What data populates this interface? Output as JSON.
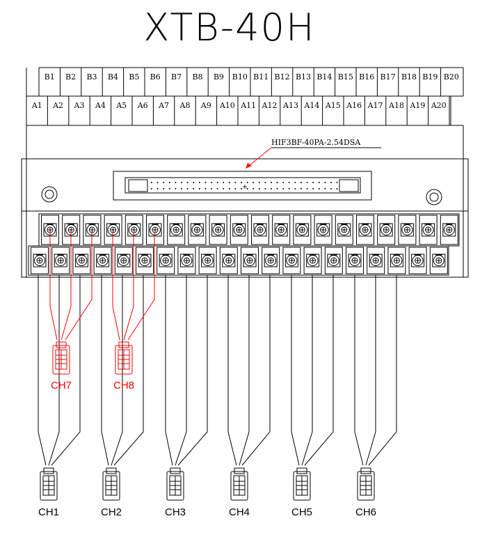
{
  "title": "XTB-40H",
  "connector": {
    "part_number": "HIF3BF-40PA-2.54DSA"
  },
  "pins_b": [
    "B1",
    "B2",
    "B3",
    "B4",
    "B5",
    "B6",
    "B7",
    "B8",
    "B9",
    "B10",
    "B11",
    "B12",
    "B13",
    "B14",
    "B15",
    "B16",
    "B17",
    "B18",
    "B19",
    "B20"
  ],
  "pins_a": [
    "A1",
    "A2",
    "A3",
    "A4",
    "A5",
    "A6",
    "A7",
    "A8",
    "A9",
    "A10",
    "A11",
    "A12",
    "A13",
    "A14",
    "A15",
    "A16",
    "A17",
    "A18",
    "A19",
    "A20"
  ],
  "channels_black": [
    "CH1",
    "CH2",
    "CH3",
    "CH4",
    "CH5",
    "CH6"
  ],
  "channels_red": [
    "CH7",
    "CH8"
  ],
  "colors": {
    "line": "#000000",
    "highlight": "#ff0000",
    "background": "#ffffff"
  }
}
